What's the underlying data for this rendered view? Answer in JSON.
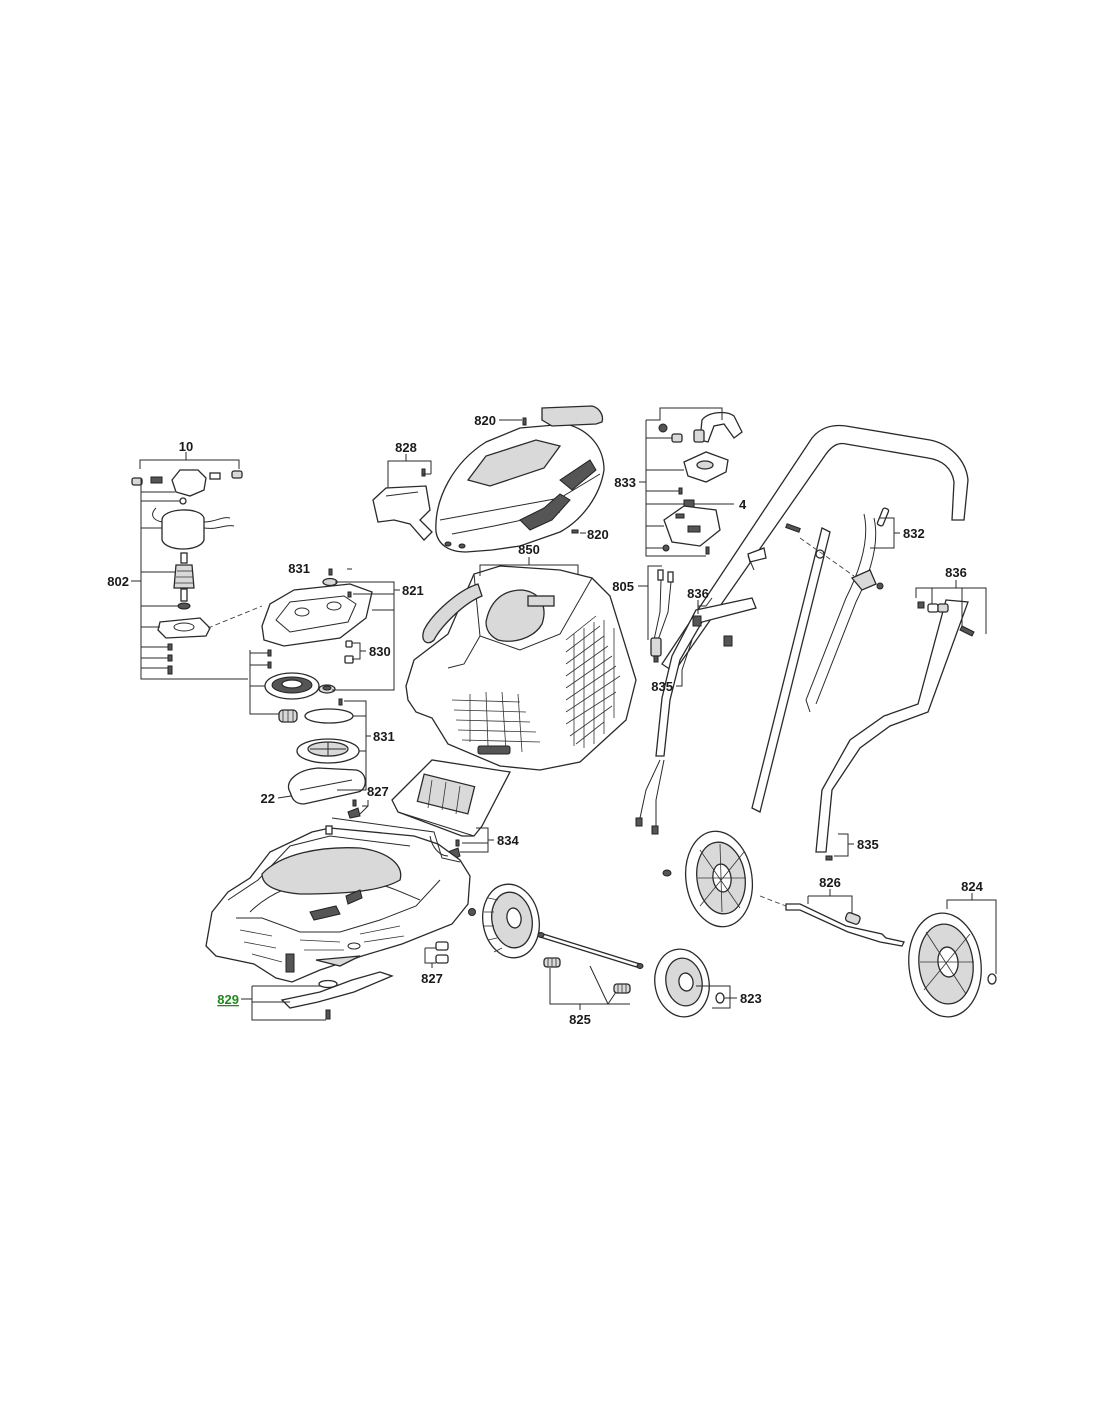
{
  "highlight_color": "#1f8a1f",
  "labels": {
    "p10": "10",
    "p802": "802",
    "p828": "828",
    "p820_top": "820",
    "p820_bottom": "820",
    "p833": "833",
    "p4": "4",
    "p832": "832",
    "p831_top": "831",
    "p821": "821",
    "p830": "830",
    "p831_mid": "831",
    "p22": "22",
    "p827_top": "827",
    "p850": "850",
    "p805": "805",
    "p836_left": "836",
    "p836_right": "836",
    "p835_mid": "835",
    "p835_right": "835",
    "p834": "834",
    "p826": "826",
    "p824": "824",
    "p827_bottom": "827",
    "p829": "829",
    "p825": "825",
    "p823": "823"
  }
}
